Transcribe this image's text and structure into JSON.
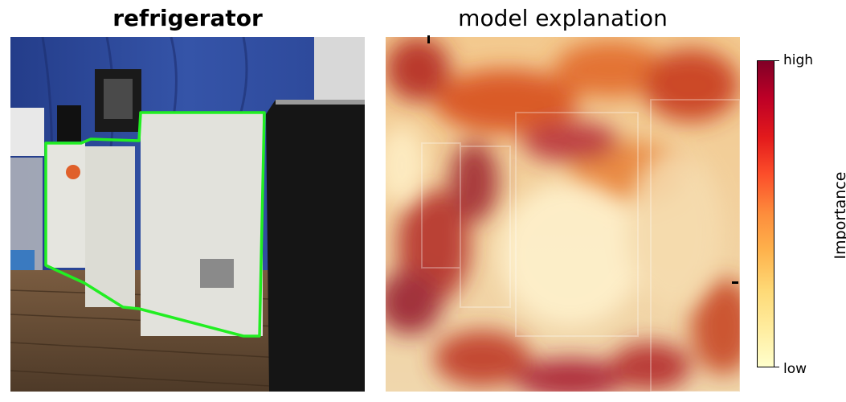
{
  "left_panel": {
    "title": "refrigerator"
  },
  "right_panel": {
    "title": "model explanation"
  },
  "colorbar": {
    "label": "Importance",
    "high_label": "high",
    "low_label": "low",
    "colormap": "YlOrRd"
  },
  "colors": {
    "outline": "#22ee22",
    "tent_blue": "#2f4fa6",
    "floor": "#6e5238",
    "appliance_white": "#e2e2dc"
  }
}
